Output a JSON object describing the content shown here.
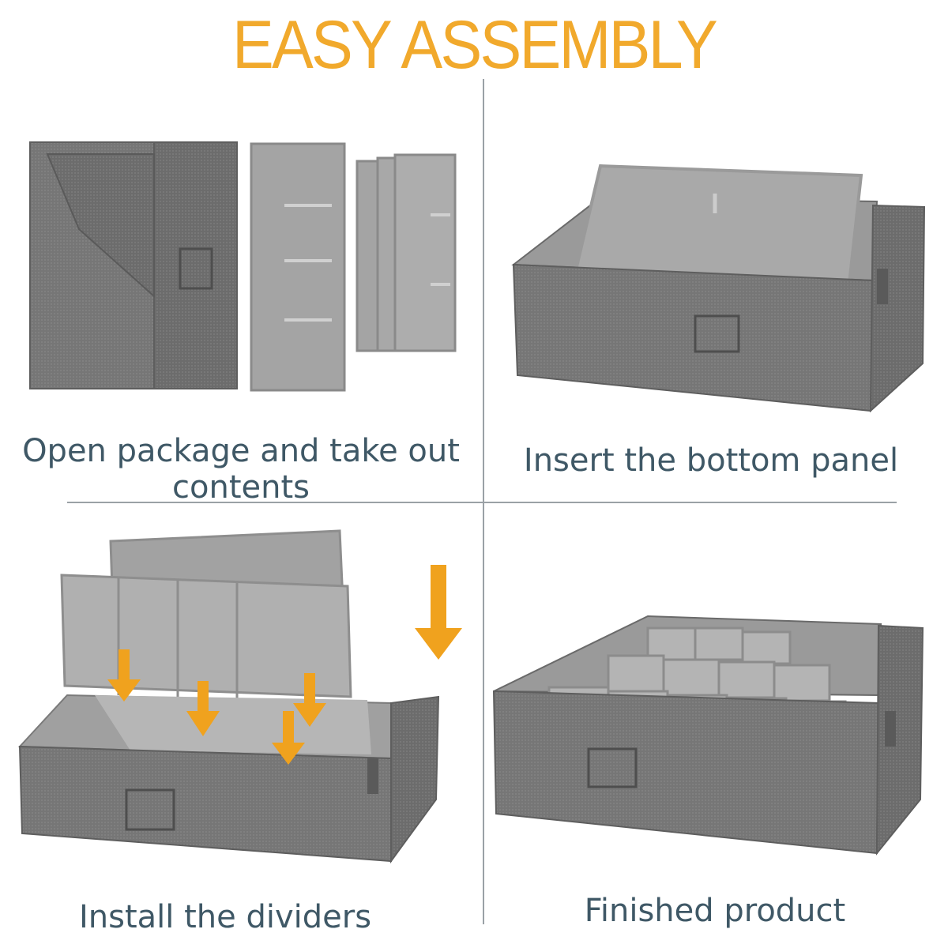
{
  "header": {
    "title": "EASY ASSEMBLY"
  },
  "steps": [
    {
      "caption_line1": "Open  package and take out",
      "caption_line2": "contents"
    },
    {
      "caption_line1": "Insert the bottom panel"
    },
    {
      "caption_line1": "Install the dividers"
    },
    {
      "caption_line1": "Finished product"
    }
  ],
  "colors": {
    "title": "#F1A92C",
    "caption": "#3F5866",
    "arrow": "#F0A21E",
    "fabric_dark": "#6E6E6E",
    "fabric_mid": "#8C8C8C",
    "fabric_light": "#B4B4B4",
    "divider_line": "#9AA1A6"
  }
}
